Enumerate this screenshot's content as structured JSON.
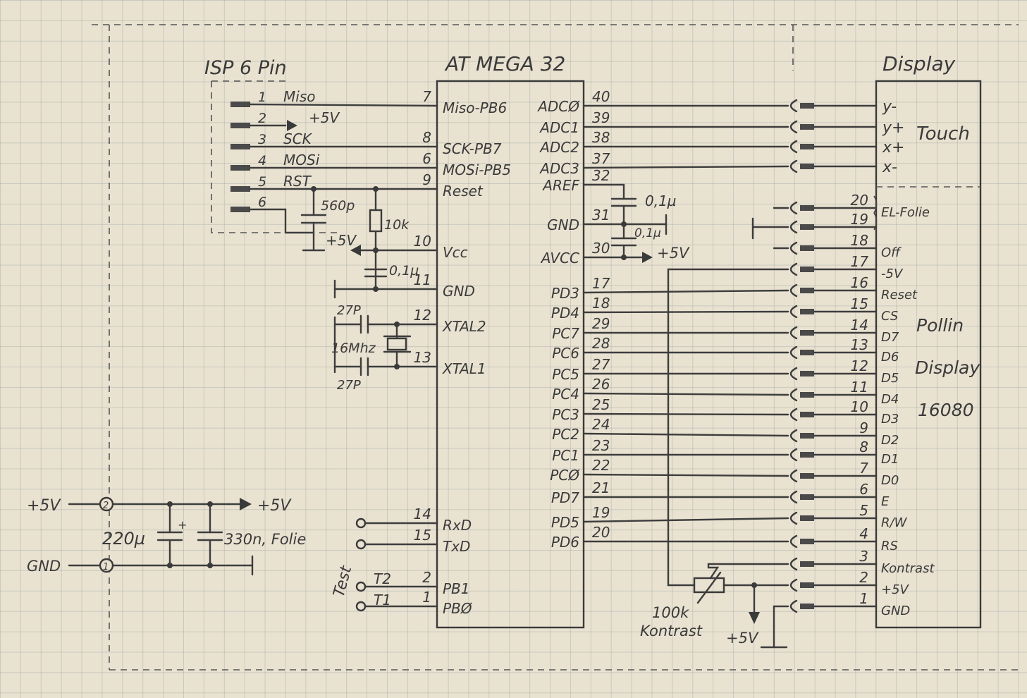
{
  "isp": {
    "title": "ISP 6 Pin",
    "pins": [
      {
        "num": "1",
        "label": "Miso"
      },
      {
        "num": "2",
        "label": "+5V"
      },
      {
        "num": "3",
        "label": "SCK"
      },
      {
        "num": "4",
        "label": "MOSi"
      },
      {
        "num": "5",
        "label": "RST"
      },
      {
        "num": "6",
        "label": ""
      }
    ]
  },
  "mcu": {
    "title": "AT MEGA 32",
    "left_pins": [
      {
        "num": "7",
        "label": "Miso-PB6"
      },
      {
        "num": "8",
        "label": "SCK-PB7"
      },
      {
        "num": "6",
        "label": "MOSi-PB5"
      },
      {
        "num": "9",
        "label": "Reset"
      },
      {
        "num": "10",
        "label": "Vcc"
      },
      {
        "num": "11",
        "label": "GND"
      },
      {
        "num": "12",
        "label": "XTAL2"
      },
      {
        "num": "13",
        "label": "XTAL1"
      },
      {
        "num": "14",
        "label": "RxD"
      },
      {
        "num": "15",
        "label": "TxD"
      },
      {
        "num": "2",
        "label": "PB1"
      },
      {
        "num": "1",
        "label": "PBØ"
      }
    ],
    "right_pins": [
      {
        "num": "40",
        "label": "ADCØ"
      },
      {
        "num": "39",
        "label": "ADC1"
      },
      {
        "num": "38",
        "label": "ADC2"
      },
      {
        "num": "37",
        "label": "ADC3"
      },
      {
        "num": "32",
        "label": "AREF"
      },
      {
        "num": "31",
        "label": "GND"
      },
      {
        "num": "30",
        "label": "AVCC"
      },
      {
        "num": "17",
        "label": "PD3"
      },
      {
        "num": "18",
        "label": "PD4"
      },
      {
        "num": "29",
        "label": "PC7"
      },
      {
        "num": "28",
        "label": "PC6"
      },
      {
        "num": "27",
        "label": "PC5"
      },
      {
        "num": "26",
        "label": "PC4"
      },
      {
        "num": "25",
        "label": "PC3"
      },
      {
        "num": "24",
        "label": "PC2"
      },
      {
        "num": "23",
        "label": "PC1"
      },
      {
        "num": "22",
        "label": "PCØ"
      },
      {
        "num": "21",
        "label": "PD7"
      },
      {
        "num": "19",
        "label": "PD5"
      },
      {
        "num": "20",
        "label": "PD6"
      }
    ]
  },
  "components": {
    "c_reset": "560p",
    "r_reset": "10k",
    "vcc_label": "+5V",
    "c_vcc": "0,1µ",
    "c_xtal_top": "27P",
    "c_xtal_bottom": "27P",
    "crystal": "16Mhz",
    "c_aref": "0,1µ",
    "c_avcc": "0,1µ",
    "avcc_supply": "+5V"
  },
  "power": {
    "in_plus": "+5V",
    "in_gnd": "GND",
    "pin_plus": "2",
    "pin_gnd": "1",
    "out_plus": "+5V",
    "c_elko": "220µ",
    "c_folie": "330n, Folie"
  },
  "test": {
    "label": "Test",
    "t2": "T2",
    "t1": "T1"
  },
  "display": {
    "title": "Display",
    "touch_label": "Touch",
    "touch_pins": [
      "y-",
      "y+",
      "x+",
      "x-"
    ],
    "pins": [
      {
        "num": "20",
        "label": "EL-Folie"
      },
      {
        "num": "19",
        "label": ""
      },
      {
        "num": "18",
        "label": "Off"
      },
      {
        "num": "17",
        "label": "-5V"
      },
      {
        "num": "16",
        "label": "Reset"
      },
      {
        "num": "15",
        "label": "CS"
      },
      {
        "num": "14",
        "label": "D7"
      },
      {
        "num": "13",
        "label": "D6"
      },
      {
        "num": "12",
        "label": "D5"
      },
      {
        "num": "11",
        "label": "D4"
      },
      {
        "num": "10",
        "label": "D3"
      },
      {
        "num": "9",
        "label": "D2"
      },
      {
        "num": "8",
        "label": "D1"
      },
      {
        "num": "7",
        "label": "D0"
      },
      {
        "num": "6",
        "label": "E"
      },
      {
        "num": "5",
        "label": "R/W"
      },
      {
        "num": "4",
        "label": "RS"
      },
      {
        "num": "3",
        "label": "Kontrast"
      },
      {
        "num": "2",
        "label": "+5V"
      },
      {
        "num": "1",
        "label": "GND"
      }
    ],
    "name_lines": [
      "Pollin",
      "Display",
      "16080"
    ]
  },
  "pot": {
    "value": "100k",
    "name": "Kontrast",
    "supply": "+5V"
  }
}
